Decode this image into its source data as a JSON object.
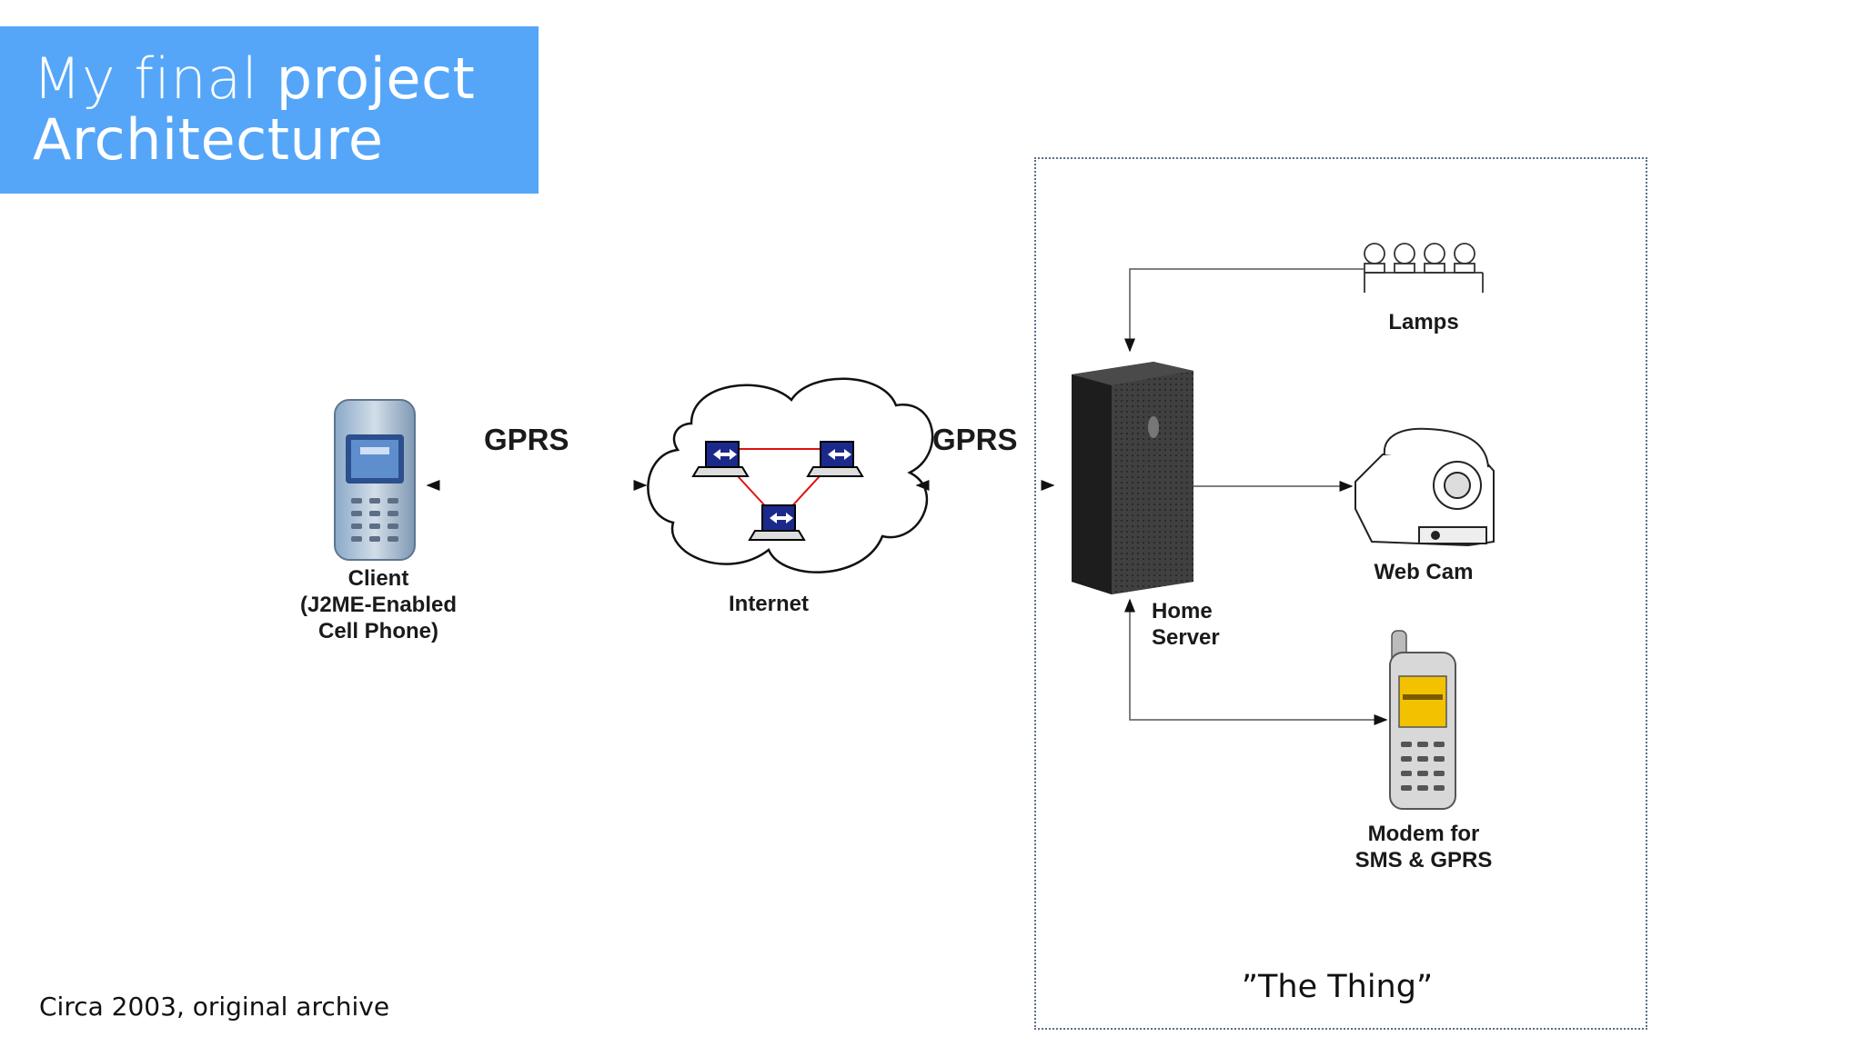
{
  "slide": {
    "title_line1_part1": "My final",
    "title_line1_part2": "project",
    "title_line2": "Architecture",
    "banner_color": "#55a6f8"
  },
  "diagram": {
    "gprs_left": "GPRS",
    "gprs_right": "GPRS",
    "client_label": [
      "Client",
      "(J2ME-Enabled",
      "Cell Phone)"
    ],
    "internet_label": "Internet",
    "home_server_label": [
      "Home",
      "Server"
    ],
    "lamps_label": "Lamps",
    "webcam_label": "Web Cam",
    "modem_label": [
      "Modem for",
      "SMS & GPRS"
    ],
    "thing_label": "”The Thing”"
  },
  "footer": {
    "note": "Circa 2003, original archive"
  }
}
